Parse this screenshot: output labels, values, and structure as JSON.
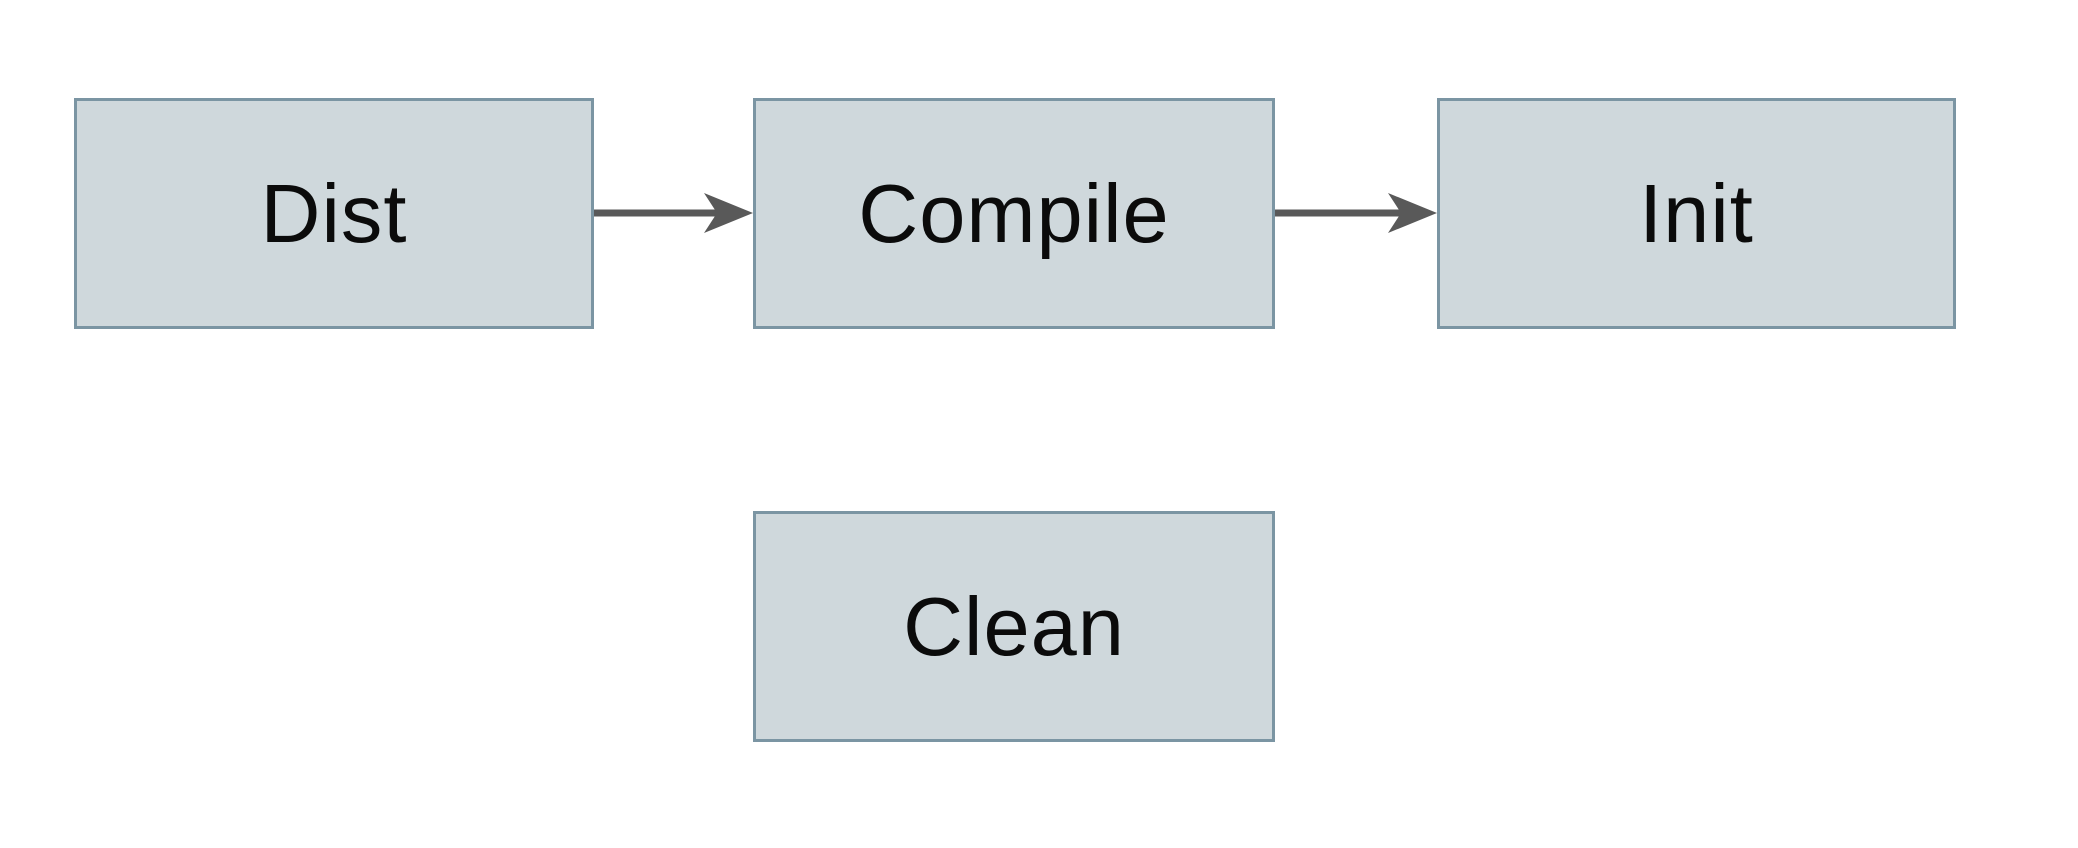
{
  "diagram": {
    "title": "build-targets-flow",
    "nodes": [
      {
        "id": "dist",
        "label": "Dist"
      },
      {
        "id": "compile",
        "label": "Compile"
      },
      {
        "id": "init",
        "label": "Init"
      },
      {
        "id": "clean",
        "label": "Clean"
      }
    ],
    "edges": [
      {
        "from": "dist",
        "to": "compile",
        "direction": "right"
      },
      {
        "from": "compile",
        "to": "init",
        "direction": "right"
      }
    ],
    "colors": {
      "node_fill": "#cfd8dc",
      "node_border": "#7b95a3",
      "arrow": "#595959",
      "text": "#0b0b0b",
      "background": "#ffffff"
    }
  }
}
